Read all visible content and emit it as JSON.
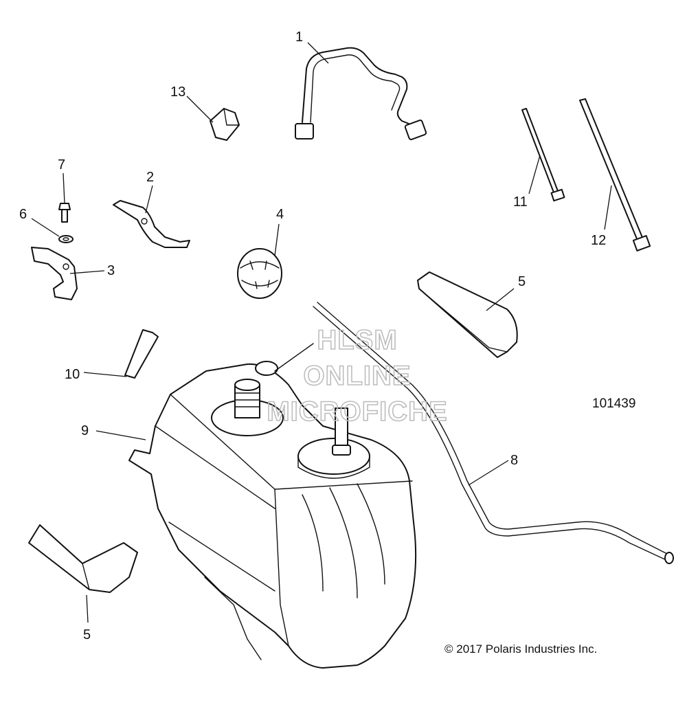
{
  "diagram": {
    "drawing_number": "101439",
    "copyright": "© 2017 Polaris Industries Inc.",
    "watermark": [
      "HLSM",
      "ONLINE",
      "MICROFICHE"
    ],
    "callouts": {
      "c1": "1",
      "c2": "2",
      "c3": "3",
      "c4": "4",
      "c5a": "5",
      "c5b": "5",
      "c6": "6",
      "c7": "7",
      "c8": "8",
      "c9": "9",
      "c10": "10",
      "c11": "11",
      "c12": "12",
      "c13": "13"
    },
    "colors": {
      "line": "#111111",
      "background": "#ffffff",
      "watermark": "#bdbdbd"
    }
  }
}
